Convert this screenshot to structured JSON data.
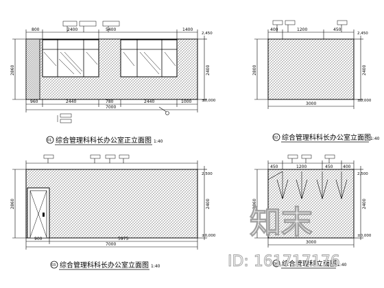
{
  "drawings": [
    {
      "title": "综合管理科科长办公室正立面图",
      "number": "01",
      "scale": "1:40",
      "top_dims": [
        "800",
        "2400",
        "5400",
        "1400"
      ],
      "bottom_dims": [
        "960",
        "2440",
        "780",
        "2440",
        "1000"
      ],
      "overall": "7000",
      "left_height": "2860",
      "right_dims": [
        "2,450",
        "±0,000"
      ],
      "right_mid": "2400"
    },
    {
      "title": "综合管理科科长办公室立面图",
      "number": "02",
      "scale": "1:40",
      "top_dims": [
        "400",
        "1200",
        "450"
      ],
      "overall": "3000",
      "left_height": "2800",
      "right_dims": [
        "2,450",
        "±0,000"
      ],
      "right_mid": "2400"
    },
    {
      "title": "综合管理科科长办公室立面图",
      "number": "03",
      "scale": "1:40",
      "bottom_dims": [
        "900",
        "5975"
      ],
      "overall": "7000",
      "left_height": "2860",
      "right_dims": [
        "2,500",
        "±0,000"
      ],
      "right_mid": "2400"
    },
    {
      "title": "综合管理科立面图",
      "number": "04",
      "scale": "1:40",
      "top_dims": [
        "450",
        "1200",
        "450",
        "400"
      ],
      "overall": "3000",
      "left_height": "2860",
      "right_dims": [
        "2,500",
        "±0,000"
      ],
      "right_mid": "2400"
    }
  ],
  "watermark": {
    "brand": "知末",
    "id_text": "ID: 161717176"
  }
}
